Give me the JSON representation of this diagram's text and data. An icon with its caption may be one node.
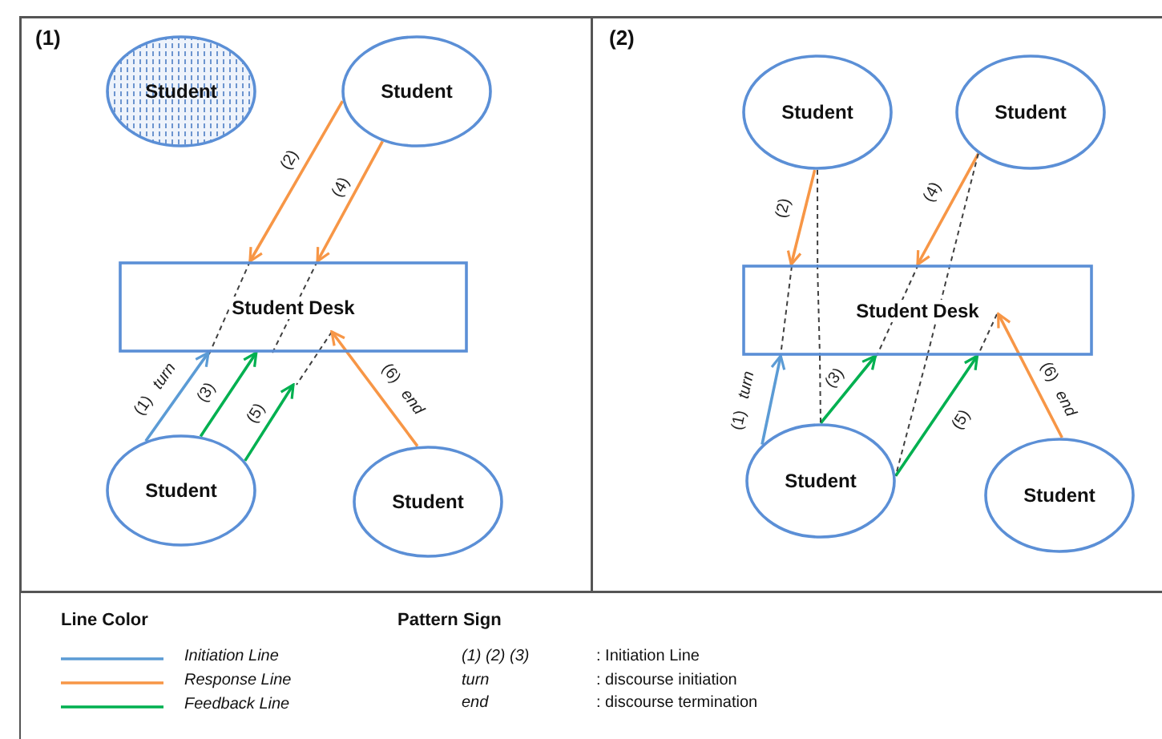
{
  "diagram": {
    "nodes": [
      {
        "text": [
          "(1)"
        ]
      },
      {
        "text": [
          "(2)"
        ]
      },
      {
        "text": [
          "Student"
        ],
        "in": 0
      },
      {
        "text": [
          "Student"
        ],
        "in": 0
      },
      {
        "text": [
          "Student Desk"
        ],
        "in": 0
      },
      {
        "text": [
          "Student"
        ],
        "in": 0
      },
      {
        "text": [
          "Student"
        ],
        "in": 0
      },
      {
        "text": [
          "Student"
        ],
        "in": 1
      },
      {
        "text": [
          "Student"
        ],
        "in": 1
      },
      {
        "text": [
          "Student Desk"
        ],
        "in": 1
      },
      {
        "text": [
          "Student"
        ],
        "in": 1
      },
      {
        "text": [
          "Student"
        ],
        "in": 1
      }
    ],
    "edges": [
      {
        "from": 5,
        "to": 4,
        "arrow": "to",
        "label": "(1) *turn*",
        "color": "#5b9bd5"
      },
      {
        "from": 3,
        "to": 4,
        "arrow": "to",
        "label": "(2)",
        "color": "#f79646"
      },
      {
        "from": 5,
        "to": 4,
        "arrow": "to",
        "label": "(3)",
        "color": "#00b050"
      },
      {
        "from": 3,
        "to": 4,
        "arrow": "to",
        "label": "(4)",
        "color": "#f79646"
      },
      {
        "from": 5,
        "to": 4,
        "arrow": "to",
        "label": "(5)",
        "color": "#00b050"
      },
      {
        "from": 6,
        "to": 4,
        "arrow": "to",
        "label": "(6) *end*",
        "color": "#f79646"
      },
      {
        "from": 10,
        "to": 9,
        "arrow": "to",
        "label": "(1) *turn*",
        "color": "#5b9bd5"
      },
      {
        "from": 7,
        "to": 9,
        "arrow": "to",
        "label": "(2)",
        "color": "#f79646"
      },
      {
        "from": 10,
        "to": 9,
        "arrow": "to",
        "label": "(3)",
        "color": "#00b050"
      },
      {
        "from": 8,
        "to": 9,
        "arrow": "to",
        "label": "(4)",
        "color": "#f79646"
      },
      {
        "from": 10,
        "to": 9,
        "arrow": "to",
        "label": "(5)",
        "color": "#00b050"
      },
      {
        "from": 11,
        "to": 9,
        "arrow": "to",
        "label": "(6) *end*",
        "color": "#f79646"
      },
      {
        "from": 7,
        "to": 9,
        "arrow": "none",
        "style": "dashed",
        "color": "#404040"
      },
      {
        "from": 9,
        "to": 10,
        "arrow": "none",
        "style": "dashed",
        "color": "#404040"
      },
      {
        "from": 8,
        "to": 9,
        "arrow": "none",
        "style": "dashed",
        "color": "#404040"
      },
      {
        "from": 9,
        "to": 10,
        "arrow": "none",
        "style": "dashed",
        "color": "#404040"
      }
    ],
    "labels": [
      "Line Color",
      "Pattern Sign",
      "(1) (2) (3)",
      ": Initiation Line",
      "turn",
      ": discourse initiation",
      "end",
      ": discourse termination"
    ],
    "legend": [
      {
        "text": "Initiation Line",
        "color": "#5b9bd5"
      },
      {
        "text": "Response Line",
        "color": "#f79646"
      },
      {
        "text": "Feedback Line",
        "color": "#00b050"
      }
    ]
  }
}
